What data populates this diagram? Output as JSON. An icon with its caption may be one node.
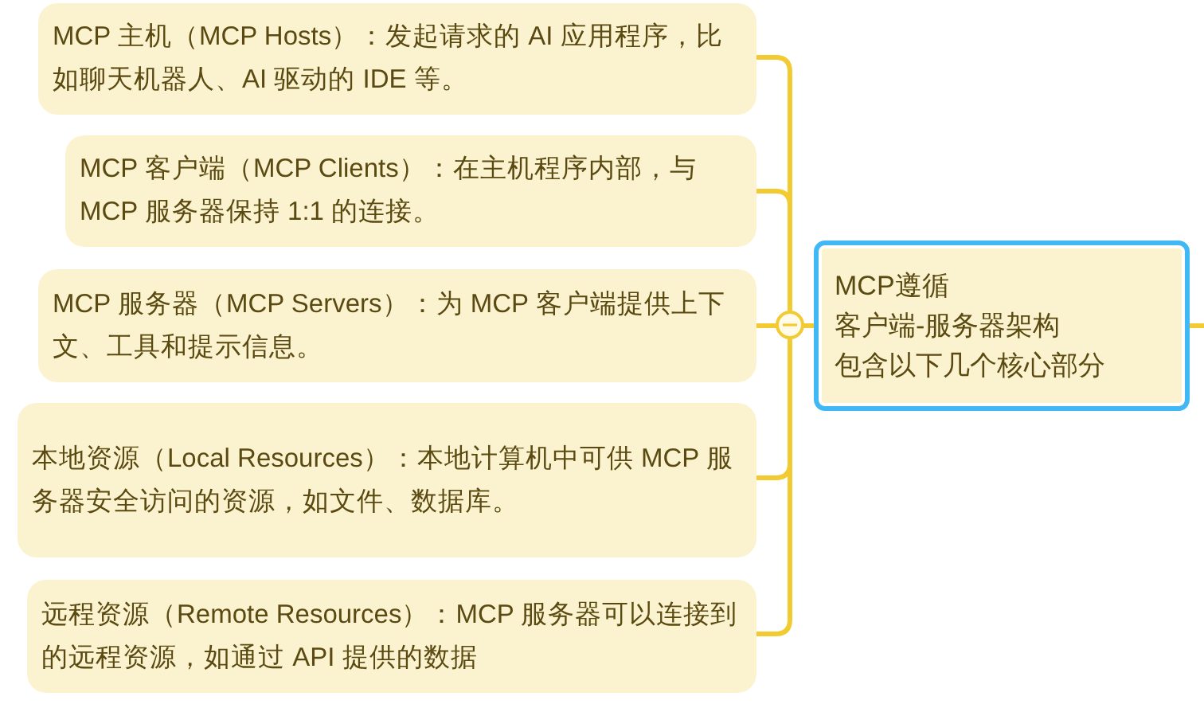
{
  "diagram": {
    "nodes": [
      {
        "text": [
          "MCP 主机（MCP Hosts）：发起请求的 AI 应用程序，比如聊天机器人、AI 驱动的 IDE 等。"
        ]
      },
      {
        "text": [
          "MCP 客户端（MCP Clients）：在主机程序内部，与 MCP 服务器保持 1:1 的连接。"
        ]
      },
      {
        "text": [
          "MCP 服务器（MCP Servers）：为 MCP 客户端提供上下文、工具和提示信息。"
        ]
      },
      {
        "text": [
          "本地资源（Local Resources）：本地计算机中可供 MCP 服务器安全访问的资源，如文件、数据库。"
        ]
      },
      {
        "text": [
          "远程资源（Remote Resources）：MCP 服务器可以连接到的远程资源，如通过 API 提供的数据"
        ]
      },
      {
        "text": [
          "MCP遵循",
          "客户端-服务器架构",
          "包含以下几个核心部分"
        ]
      }
    ],
    "edges": [
      {
        "from": 5,
        "to": 0,
        "arrow": "none"
      },
      {
        "from": 5,
        "to": 1,
        "arrow": "none"
      },
      {
        "from": 5,
        "to": 2,
        "arrow": "none"
      },
      {
        "from": 5,
        "to": 3,
        "arrow": "none"
      },
      {
        "from": 5,
        "to": 4,
        "arrow": "none"
      },
      {
        "from": 5,
        "to": null,
        "arrow": "none"
      }
    ]
  }
}
